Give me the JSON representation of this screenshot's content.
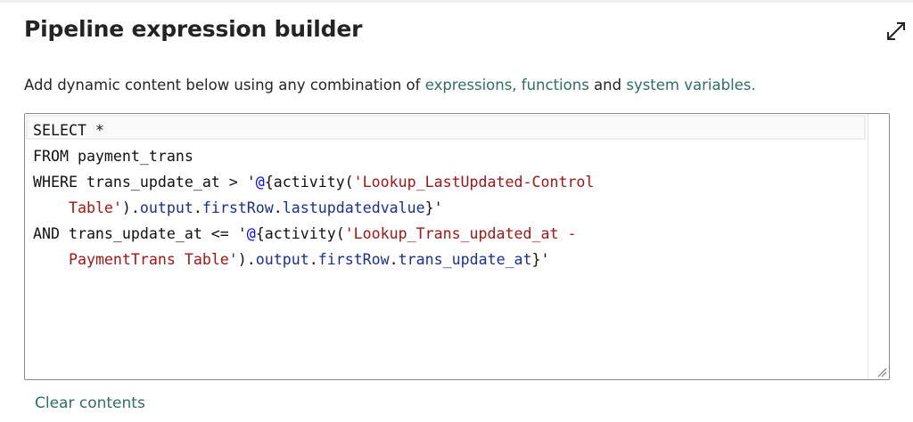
{
  "dialog": {
    "title": "Pipeline expression builder",
    "expand_icon": "expand-diagonal-arrows-icon"
  },
  "description": {
    "prefix": "Add dynamic content below using any combination of ",
    "link_expressions_functions": "expressions, functions",
    "middle": " and ",
    "link_system_variables": "system variables.",
    "link_color": "#2e7060"
  },
  "editor": {
    "lines": [
      {
        "segments": [
          {
            "t": "SELECT *",
            "k": "plain"
          }
        ]
      },
      {
        "segments": [
          {
            "t": "FROM payment_trans",
            "k": "plain"
          }
        ]
      },
      {
        "segments": [
          {
            "t": "WHERE trans_update_at > '",
            "k": "plain"
          },
          {
            "t": "@",
            "k": "at"
          },
          {
            "t": "{activity(",
            "k": "plain"
          },
          {
            "t": "'Lookup_LastUpdated-Control",
            "k": "str"
          }
        ]
      },
      {
        "segments": [
          {
            "t": "    ",
            "k": "plain"
          },
          {
            "t": "Table'",
            "k": "str"
          },
          {
            "t": ").",
            "k": "plain"
          },
          {
            "t": "output",
            "k": "prop"
          },
          {
            "t": ".",
            "k": "plain"
          },
          {
            "t": "firstRow",
            "k": "prop"
          },
          {
            "t": ".",
            "k": "plain"
          },
          {
            "t": "lastupdatedvalue",
            "k": "prop"
          },
          {
            "t": "}'",
            "k": "plain"
          }
        ]
      },
      {
        "segments": [
          {
            "t": "AND trans_update_at <= '",
            "k": "plain"
          },
          {
            "t": "@",
            "k": "at"
          },
          {
            "t": "{activity(",
            "k": "plain"
          },
          {
            "t": "'Lookup_Trans_updated_at -",
            "k": "str"
          }
        ]
      },
      {
        "segments": [
          {
            "t": "    ",
            "k": "plain"
          },
          {
            "t": "PaymentTrans Table'",
            "k": "str"
          },
          {
            "t": ").",
            "k": "plain"
          },
          {
            "t": "output",
            "k": "prop"
          },
          {
            "t": ".",
            "k": "plain"
          },
          {
            "t": "firstRow",
            "k": "prop"
          },
          {
            "t": ".",
            "k": "plain"
          },
          {
            "t": "trans_update_at",
            "k": "prop"
          },
          {
            "t": "}'",
            "k": "plain"
          }
        ]
      }
    ],
    "colors": {
      "string": "#a31515",
      "property": "#1a2f8f",
      "at": "#0000ff",
      "plain": "#111111"
    },
    "resize_icon": "resize-grip-icon"
  },
  "actions": {
    "clear_contents": "Clear contents"
  }
}
